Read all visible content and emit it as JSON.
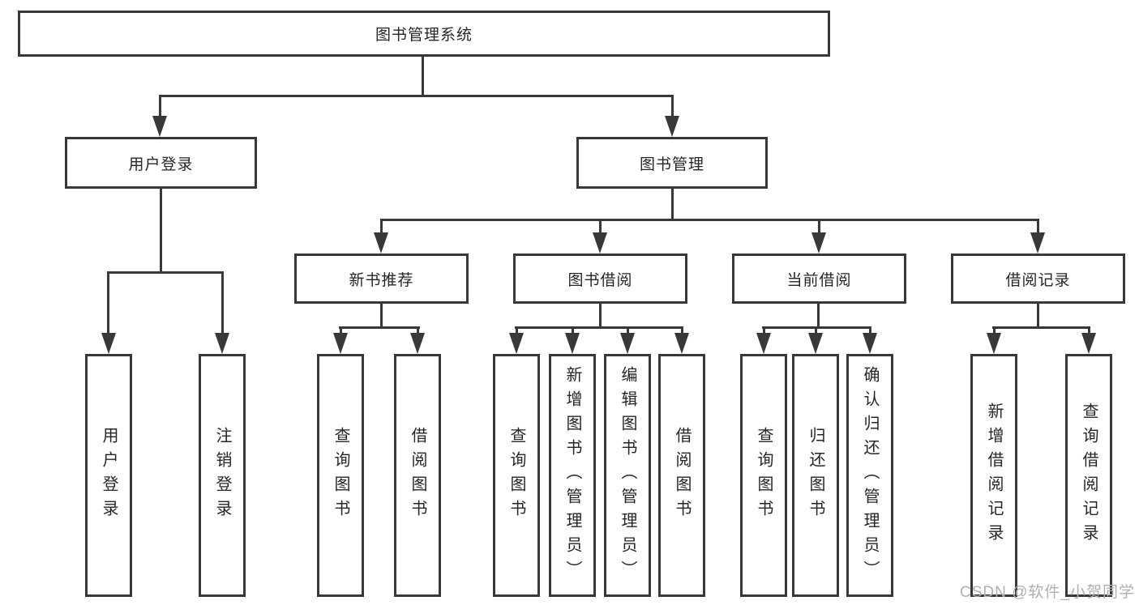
{
  "diagram": {
    "root": {
      "label": "图书管理系统"
    },
    "level1": [
      {
        "label": "用户登录"
      },
      {
        "label": "图书管理"
      }
    ],
    "level2": [
      {
        "label": "新书推荐"
      },
      {
        "label": "图书借阅"
      },
      {
        "label": "当前借阅"
      },
      {
        "label": "借阅记录"
      }
    ],
    "leaves": {
      "user_login": [
        {
          "label": "用户登录"
        },
        {
          "label": "注销登录"
        }
      ],
      "new_book": [
        {
          "label": "查询图书"
        },
        {
          "label": "借阅图书"
        }
      ],
      "book_borrow": [
        {
          "label": "查询图书"
        },
        {
          "label": "新增图书（管理员）"
        },
        {
          "label": "编辑图书（管理员）"
        },
        {
          "label": "借阅图书"
        }
      ],
      "current_borrow": [
        {
          "label": "查询图书"
        },
        {
          "label": "归还图书"
        },
        {
          "label": "确认归还（管理员）"
        }
      ],
      "borrow_records": [
        {
          "label": "新增借阅记录"
        },
        {
          "label": "查询借阅记录"
        }
      ]
    },
    "colors": {
      "line": "#383838",
      "border": "#383838",
      "text": "#262626",
      "background": "#ffffff"
    }
  },
  "watermark": {
    "text": "CSDN @软件_小贺同学",
    "color": "#b0b0b0"
  }
}
